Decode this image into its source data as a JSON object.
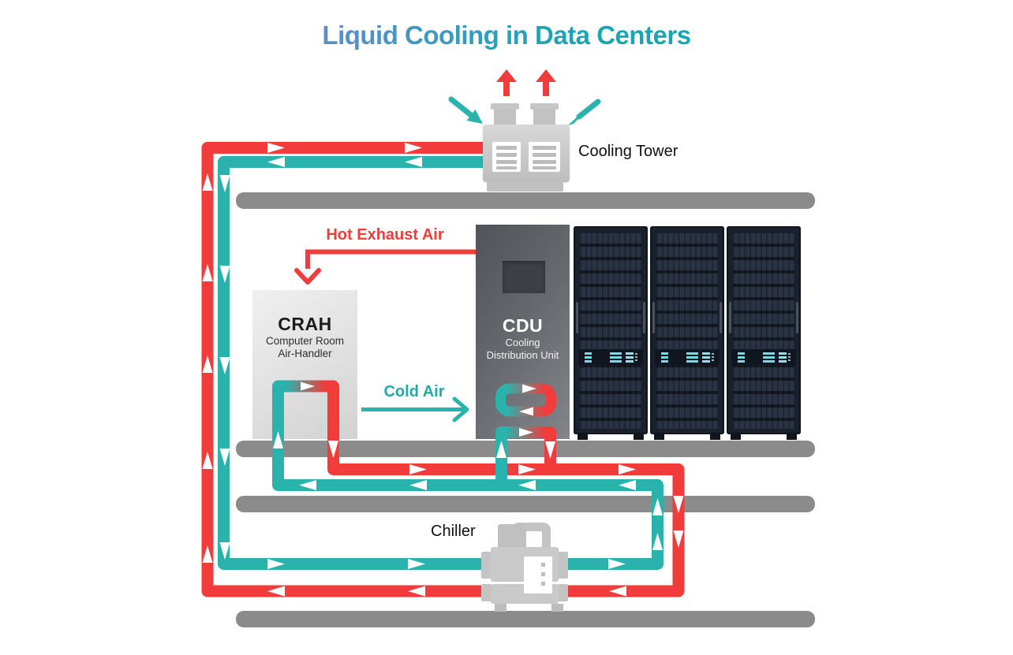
{
  "title": "Liquid Cooling in Data Centers",
  "components": {
    "cooling_tower": {
      "label": "Cooling Tower"
    },
    "crah": {
      "abbr": "CRAH",
      "name_line1": "Computer Room",
      "name_line2": "Air-Handler"
    },
    "cdu": {
      "abbr": "CDU",
      "name_line1": "Cooling",
      "name_line2": "Distribution Unit"
    },
    "chiller": {
      "label": "Chiller"
    },
    "server_racks": {
      "count": 3
    }
  },
  "flow_labels": {
    "hot_exhaust_air": "Hot Exhaust Air",
    "cold_air": "Cold Air"
  },
  "colors": {
    "hot_loop": "#f23b3b",
    "cold_loop": "#2ab3ad",
    "floor_bar": "#8b8b8b",
    "title_gradient_start": "#8a7bca",
    "title_gradient_end": "#18a6b3",
    "rack_led": "#72dbe4"
  },
  "icons": [
    "cooling-tower-icon",
    "chiller-icon",
    "server-rack-icon",
    "crah-loop-icon",
    "cdu-loop-icon",
    "heat-release-arrow-icon",
    "air-intake-arrow-icon",
    "hot-exhaust-arrow-icon",
    "cold-air-arrow-icon",
    "flow-direction-arrow-icon"
  ]
}
